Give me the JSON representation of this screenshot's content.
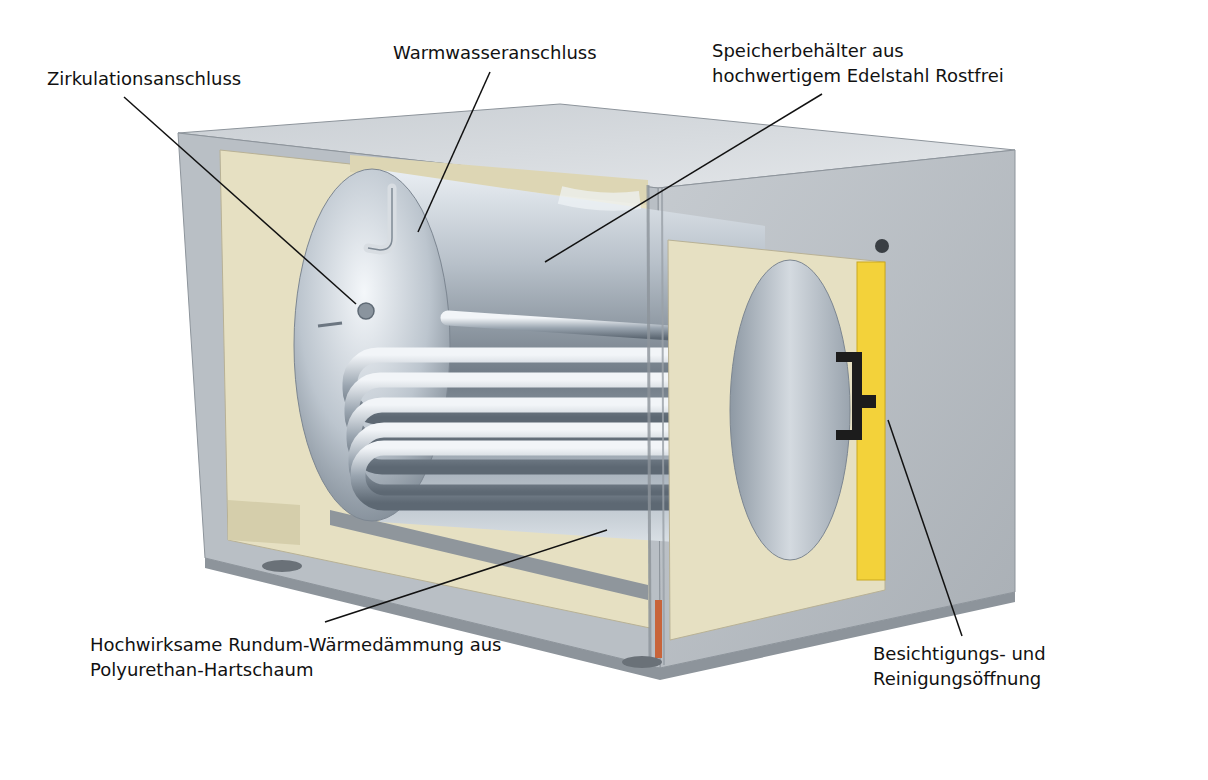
{
  "diagram": {
    "labels": [
      "Zirkulationsanschluss",
      "Warmwasseranschluss",
      "Speicherbehälter aus hochwertigem Edelstahl Rostfrei",
      "Hochwirksame Rundum-Wärmedämmung aus Polyurethan-Hartschaum",
      "Besichtigungs- und Reinigungsöffnung"
    ]
  }
}
